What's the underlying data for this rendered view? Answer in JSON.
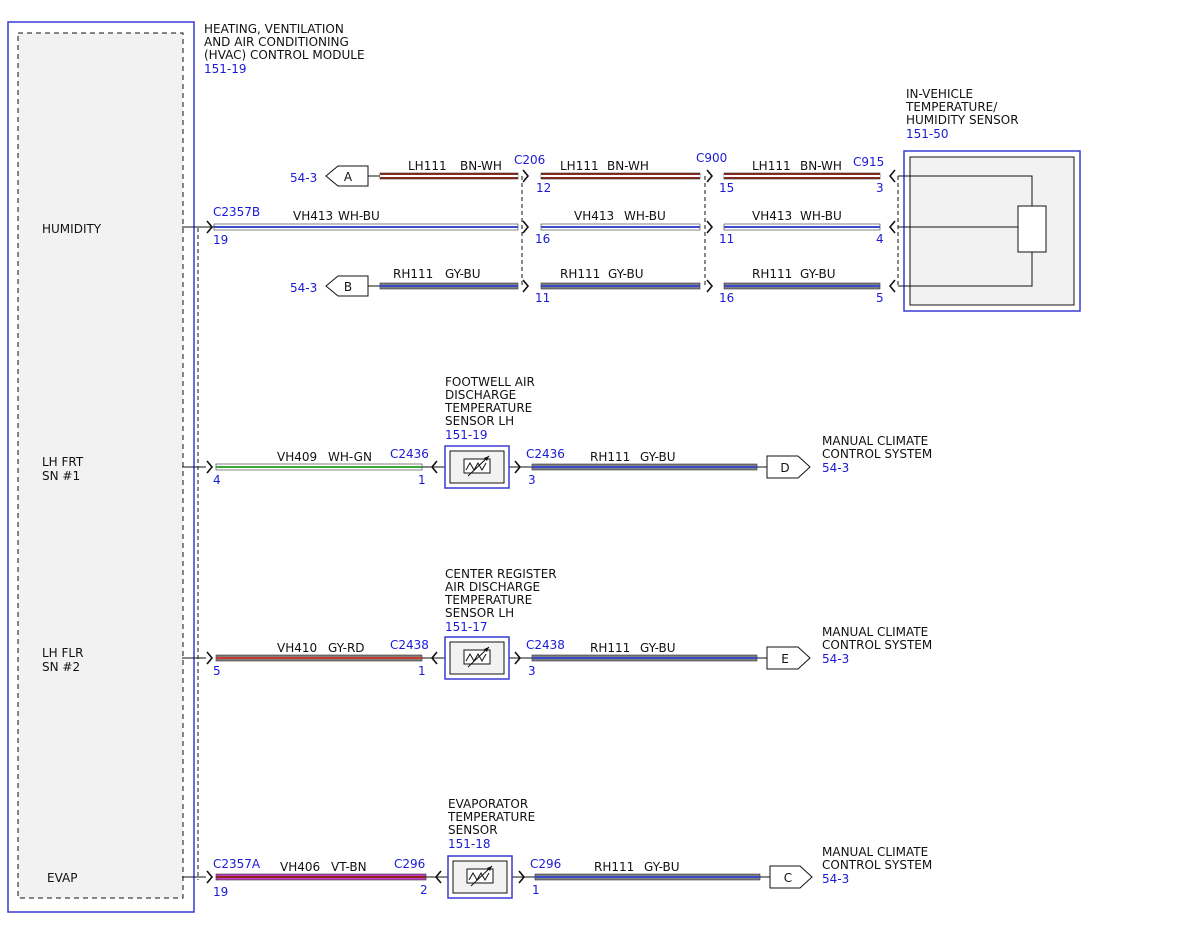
{
  "colors": {
    "ref_blue": "#1a1ad6",
    "module_fill": "#f2f2f2",
    "wire_BN-WH": [
      "#8b2a1c",
      "#ffffff"
    ],
    "wire_WH-BU": [
      "#ffffff",
      "#3a4ac8"
    ],
    "wire_GY-BU": [
      "#808080",
      "#3a4ac8"
    ],
    "wire_WH-GN": [
      "#ffffff",
      "#3aa83a"
    ],
    "wire_GY-RD": [
      "#808080",
      "#c83a2a"
    ],
    "wire_VT-BN": [
      "#c040c0",
      "#8b2a1c"
    ]
  },
  "module": {
    "title_lines": [
      "HEATING, VENTILATION",
      "AND AIR CONDITIONING",
      "(HVAC) CONTROL MODULE"
    ],
    "ref": "151-19",
    "pins": {
      "humidity": "HUMIDITY",
      "lh_frt": [
        "LH FRT",
        "SN #1"
      ],
      "lh_flr": [
        "LH FLR",
        "SN #2"
      ],
      "evap": "EVAP"
    }
  },
  "sensors": {
    "humidity": {
      "title_lines": [
        "IN-VEHICLE",
        "TEMPERATURE/",
        "HUMIDITY SENSOR"
      ],
      "ref": "151-50"
    },
    "footwell": {
      "title_lines": [
        "FOOTWELL AIR",
        "DISCHARGE",
        "TEMPERATURE",
        "SENSOR LH"
      ],
      "ref": "151-19"
    },
    "center": {
      "title_lines": [
        "CENTER REGISTER",
        "AIR DISCHARGE",
        "TEMPERATURE",
        "SENSOR LH"
      ],
      "ref": "151-17"
    },
    "evap": {
      "title_lines": [
        "EVAPORATOR",
        "TEMPERATURE",
        "SENSOR"
      ],
      "ref": "151-18"
    }
  },
  "offpage": {
    "a": {
      "letter": "A",
      "ref": "54-3"
    },
    "b": {
      "letter": "B",
      "ref": "54-3"
    },
    "d": {
      "letter": "D",
      "title_lines": [
        "MANUAL CLIMATE",
        "CONTROL SYSTEM"
      ],
      "ref": "54-3"
    },
    "e": {
      "letter": "E",
      "title_lines": [
        "MANUAL CLIMATE",
        "CONTROL SYSTEM"
      ],
      "ref": "54-3"
    },
    "c": {
      "letter": "C",
      "title_lines": [
        "MANUAL CLIMATE",
        "CONTROL SYSTEM"
      ],
      "ref": "54-3"
    }
  },
  "connectors": {
    "c206": "C206",
    "c900": "C900",
    "c915": "C915",
    "c2357b": "C2357B",
    "c2436_left": "C2436",
    "c2436_right": "C2436",
    "c2438_left": "C2438",
    "c2438_right": "C2438",
    "c2357a": "C2357A",
    "c296_left": "C296",
    "c296_right": "C296"
  },
  "wires": {
    "lh111_1": {
      "circuit": "LH111",
      "color": "BN-WH"
    },
    "lh111_2": {
      "circuit": "LH111",
      "color": "BN-WH"
    },
    "lh111_3": {
      "circuit": "LH111",
      "color": "BN-WH"
    },
    "vh413_1": {
      "circuit": "VH413",
      "color": "WH-BU"
    },
    "vh413_2": {
      "circuit": "VH413",
      "color": "WH-BU"
    },
    "vh413_3": {
      "circuit": "VH413",
      "color": "WH-BU"
    },
    "rh111_1": {
      "circuit": "RH111",
      "color": "GY-BU"
    },
    "rh111_2": {
      "circuit": "RH111",
      "color": "GY-BU"
    },
    "rh111_3": {
      "circuit": "RH111",
      "color": "GY-BU"
    },
    "vh409": {
      "circuit": "VH409",
      "color": "WH-GN"
    },
    "rh111_d": {
      "circuit": "RH111",
      "color": "GY-BU"
    },
    "vh410": {
      "circuit": "VH410",
      "color": "GY-RD"
    },
    "rh111_e": {
      "circuit": "RH111",
      "color": "GY-BU"
    },
    "vh406": {
      "circuit": "VH406",
      "color": "VT-BN"
    },
    "rh111_c": {
      "circuit": "RH111",
      "color": "GY-BU"
    }
  },
  "pins": {
    "c206_lh": "12",
    "c206_vh": "16",
    "c206_rh": "11",
    "c900_lh": "15",
    "c900_vh": "11",
    "c900_rh": "16",
    "c915_lh": "3",
    "c915_vh": "4",
    "c915_rh": "5",
    "c2357b": "19",
    "vh409_left": "4",
    "vh409_right": "1",
    "fw_out": "3",
    "vh410_left": "5",
    "vh410_right": "1",
    "cr_out": "3",
    "c2357a": "19",
    "c296_left": "2",
    "c296_right": "1"
  }
}
